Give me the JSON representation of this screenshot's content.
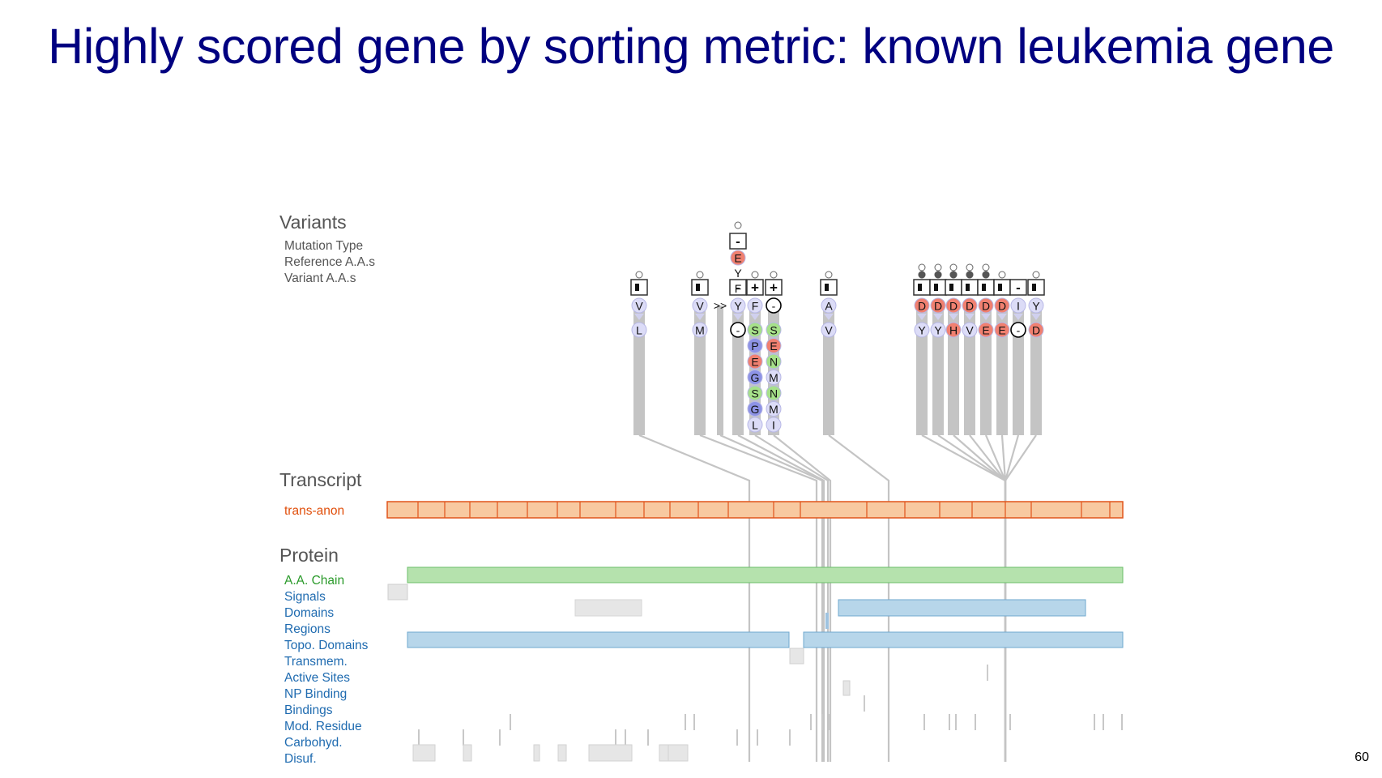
{
  "slide": {
    "title": "Highly scored gene by sorting metric: known leukemia gene",
    "page_number": "60"
  },
  "variants_section": {
    "title": "Variants",
    "rows": [
      "Mutation Type",
      "Reference A.A.s",
      "Variant A.A.s"
    ]
  },
  "transcript_section": {
    "title": "Transcript",
    "track_label": "trans-anon"
  },
  "protein_section": {
    "title": "Protein",
    "tracks": [
      {
        "key": "chain",
        "label": "A.A. Chain"
      },
      {
        "key": "signals",
        "label": "Signals"
      },
      {
        "key": "domains",
        "label": "Domains"
      },
      {
        "key": "regions",
        "label": "Regions"
      },
      {
        "key": "topo",
        "label": "Topo. Domains"
      },
      {
        "key": "transmem",
        "label": "Transmem."
      },
      {
        "key": "active",
        "label": "Active Sites"
      },
      {
        "key": "np",
        "label": "NP Binding"
      },
      {
        "key": "bindings",
        "label": "Bindings"
      },
      {
        "key": "mod",
        "label": "Mod. Residue"
      },
      {
        "key": "carb",
        "label": "Carbohyd."
      },
      {
        "key": "disuf",
        "label": "Disuf."
      }
    ]
  },
  "variants": [
    {
      "mutation_type": "box",
      "stack": [],
      "ref": [
        "V"
      ],
      "alt": [
        "L"
      ],
      "ref_color": "lavender",
      "alt_colors": [
        "lavender"
      ]
    },
    {
      "mutation_type": "box",
      "stack": [],
      "ref": [
        "V"
      ],
      "alt": [
        "M"
      ],
      "ref_color": "lavender",
      "alt_colors": [
        "lavender"
      ]
    },
    {
      "mutation_type": "frameshift",
      "stack": [],
      "ref": [
        ">>"
      ],
      "alt": [],
      "ref_color": "none",
      "alt_colors": []
    },
    {
      "mutation_type": "deletion",
      "stack": [
        "E",
        "Y",
        "F"
      ],
      "ref": [
        "Y"
      ],
      "alt": [
        "-"
      ],
      "ref_color": "lavender",
      "alt_colors": [
        "empty"
      ]
    },
    {
      "mutation_type": "insertion",
      "stack": [],
      "ref": [
        "F"
      ],
      "alt": [
        "S",
        "P",
        "E",
        "G",
        "S",
        "G",
        "L"
      ],
      "ref_color": "lavender",
      "alt_colors": [
        "green",
        "blue",
        "red",
        "blue",
        "green",
        "blue",
        "lavender"
      ]
    },
    {
      "mutation_type": "insertion",
      "stack": [],
      "ref": [
        "-"
      ],
      "alt": [
        "S",
        "E",
        "N",
        "M",
        "N",
        "M",
        "I"
      ],
      "ref_color": "empty",
      "alt_colors": [
        "green",
        "red",
        "green",
        "lavender",
        "green",
        "lavender",
        "lavender"
      ]
    },
    {
      "mutation_type": "box",
      "stack": [],
      "ref": [
        "A"
      ],
      "alt": [
        "V"
      ],
      "ref_color": "lavender",
      "alt_colors": [
        "lavender"
      ]
    },
    {
      "mutation_type": "box",
      "stack": [],
      "ref": [
        "D"
      ],
      "alt": [
        "Y"
      ],
      "ref_color": "red",
      "alt_colors": [
        "lavender"
      ]
    },
    {
      "mutation_type": "box",
      "stack": [],
      "ref": [
        "D"
      ],
      "alt": [
        "Y"
      ],
      "ref_color": "red",
      "alt_colors": [
        "lavender"
      ]
    },
    {
      "mutation_type": "box",
      "stack": [],
      "ref": [
        "D"
      ],
      "alt": [
        "H"
      ],
      "ref_color": "red",
      "alt_colors": [
        "red"
      ]
    },
    {
      "mutation_type": "box",
      "stack": [],
      "ref": [
        "D"
      ],
      "alt": [
        "V"
      ],
      "ref_color": "red",
      "alt_colors": [
        "lavender"
      ]
    },
    {
      "mutation_type": "box",
      "stack": [],
      "ref": [
        "D"
      ],
      "alt": [
        "E"
      ],
      "ref_color": "red",
      "alt_colors": [
        "red"
      ]
    },
    {
      "mutation_type": "box",
      "stack": [],
      "ref": [
        "D"
      ],
      "alt": [
        "E"
      ],
      "ref_color": "red",
      "alt_colors": [
        "red"
      ]
    },
    {
      "mutation_type": "deletion",
      "stack": [],
      "ref": [
        "I"
      ],
      "alt": [
        "-"
      ],
      "ref_color": "lavender",
      "alt_colors": [
        "empty"
      ]
    },
    {
      "mutation_type": "box",
      "stack": [],
      "ref": [
        "Y"
      ],
      "alt": [
        "D"
      ],
      "ref_color": "lavender",
      "alt_colors": [
        "red"
      ]
    }
  ],
  "colors": {
    "title": "#000080",
    "transcript_fill": "#f8c9a0",
    "transcript_stroke": "#e0541a",
    "chain_fill": "#b5e2ad",
    "chain_stroke": "#6cbf6a",
    "protein_blue_fill": "#b7d6ea",
    "protein_blue_stroke": "#6fa8cf",
    "gray_box": "#e6e6e6",
    "connector": "#c4c4c4",
    "aa_red": "#f08070",
    "aa_green": "#a6e08a",
    "aa_blue": "#8d93e6",
    "aa_lavender": "#dcdcf7"
  }
}
